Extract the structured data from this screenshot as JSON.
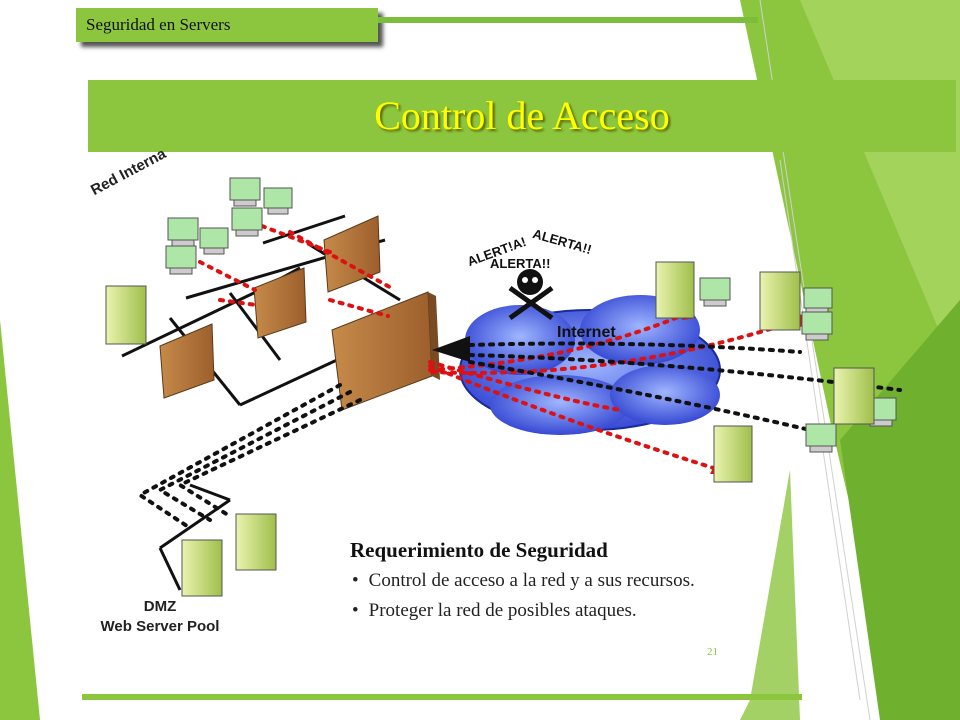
{
  "header": {
    "tag": "Seguridad en Servers",
    "title": "Control de Acceso"
  },
  "diagram": {
    "red_interna": "Red Interna",
    "alerts": [
      "ALERT!A!",
      "ALERTA!!",
      "ALERTA!!"
    ],
    "internet": "Internet",
    "dmz": "DMZ",
    "dmz_sub": "Web Server Pool"
  },
  "requirements": {
    "title": "Requerimiento de Seguridad",
    "items": [
      "Control de acceso a la red y a sus recursos.",
      "Proteger la red de posibles ataques."
    ]
  },
  "footer": {
    "page": "21"
  },
  "colors": {
    "accent": "#8cc63f",
    "title": "#ffff00",
    "alert_line": "#dd1111"
  }
}
